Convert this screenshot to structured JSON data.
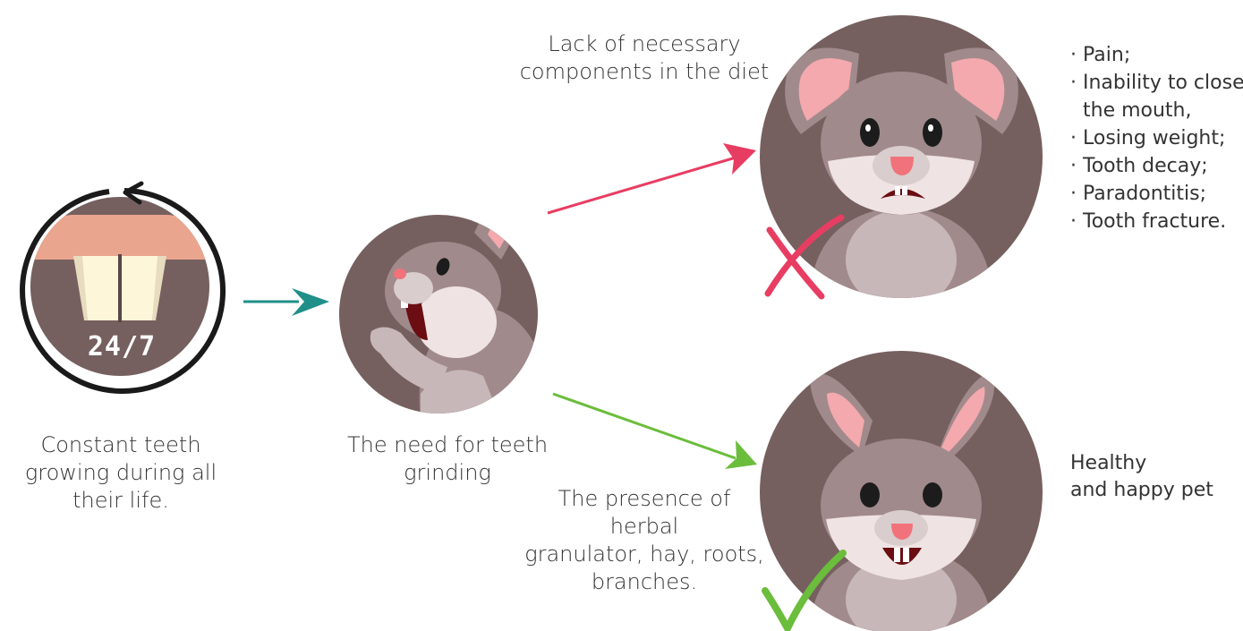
{
  "colors": {
    "circle_fill": "#75605f",
    "rabbit_fur": "#a18a8c",
    "rabbit_belly": "#efe3e3",
    "ear_inner": "#f3a9ad",
    "nose": "#f1727a",
    "bad_arrow": "#e83d62",
    "good_arrow": "#6bbd3c",
    "teal_arrow": "#1f8f8a",
    "gum": "#eaa58f",
    "tooth": "#fdf6d8"
  },
  "teeth_badge": "24/7",
  "captions": {
    "constant_growth": [
      "Constant teeth",
      "growing during all",
      "their life."
    ],
    "grinding_need": [
      "The need for teeth",
      "grinding"
    ],
    "lack_diet": [
      "Lack of necessary",
      "components in the diet"
    ],
    "presence_food": [
      "The presence of herbal",
      "granulator, hay, roots,",
      "branches."
    ],
    "healthy_pet": [
      "Healthy",
      "and happy pet"
    ]
  },
  "problems": [
    {
      "bullet": "·",
      "text": "Pain;"
    },
    {
      "bullet": "·",
      "text": "Inability to close"
    },
    {
      "bullet": "",
      "text": "the mouth,"
    },
    {
      "bullet": "·",
      "text": "Losing weight;"
    },
    {
      "bullet": "·",
      "text": "Tooth decay;"
    },
    {
      "bullet": "·",
      "text": "Paradontitis;"
    },
    {
      "bullet": "·",
      "text": "Tooth fracture."
    }
  ],
  "icons": {
    "refresh": "circular-arrow-icon",
    "cross": "cross-icon",
    "check": "check-icon"
  }
}
